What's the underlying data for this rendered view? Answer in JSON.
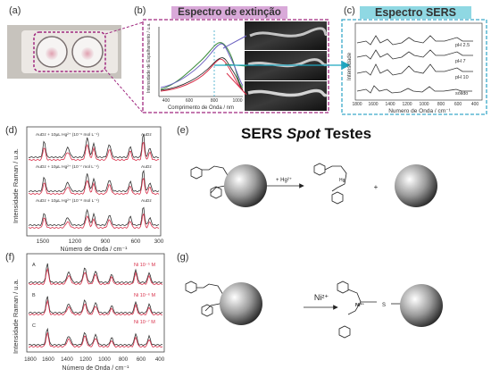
{
  "panels": {
    "a": {
      "label": "(a)"
    },
    "b": {
      "label": "(b)",
      "title": "Espectro de extinção",
      "ylabel": "Intensidade de Espalhamento / u.a.",
      "xlabel": "Comprimento de Onda / nm",
      "xticks": [
        "400",
        "600",
        "800",
        "1000"
      ]
    },
    "c": {
      "label": "(c)",
      "title": "Espectro SERS",
      "ylabel": "Intensidade",
      "xlabel": "Numero de Onda / cm⁻¹",
      "xticks": [
        "1800",
        "1600",
        "1400",
        "1200",
        "1000",
        "800",
        "600",
        "400"
      ],
      "series_labels": [
        "pH 2.5",
        "pH 7",
        "pH 10",
        "sólido"
      ]
    },
    "d": {
      "label": "(d)",
      "ylabel": "Intensidade Raman / u.a.",
      "xlabel": "Número de Onda / cm⁻¹",
      "xticks": [
        "1500",
        "1200",
        "900",
        "600",
        "300"
      ],
      "annotations": [
        {
          "text": "AuDz + 10µL Hg²⁺ (10⁻⁶ mol L⁻¹)",
          "side": "AuDz"
        },
        {
          "text": "AuDz + 10µL Hg²⁺ (10⁻⁷ mol L⁻¹)",
          "side": "AuDz"
        },
        {
          "text": "AuDz + 10µL Hg²⁺ (10⁻⁸ mol L⁻¹)",
          "side": "AuDz"
        }
      ]
    },
    "e": {
      "label": "(e)",
      "reagent": "+ Hg²⁺",
      "plus": "+",
      "metal": "Hg"
    },
    "sers_title_a": "SERS ",
    "sers_title_b": "Spot",
    "sers_title_c": " Testes",
    "f": {
      "label": "(f)",
      "ylabel": "Intensidade Raman / u.a.",
      "xlabel": "Número de Onda / cm⁻¹",
      "xticks": [
        "1800",
        "1600",
        "1400",
        "1200",
        "1000",
        "800",
        "600",
        "400"
      ],
      "row_labels": [
        "A",
        "B",
        "C"
      ],
      "conc_labels": [
        "Ni 10⁻⁵ M",
        "Ni 10⁻⁶ M",
        "Ni 10⁻⁷ M"
      ]
    },
    "g": {
      "label": "(g)",
      "reagent": "Ni²⁺",
      "metal": "Ni²⁺",
      "sulfur": "S"
    }
  },
  "colors": {
    "magenta_dashed": "#a0287f",
    "cyan_dashed": "#3aa9c9",
    "cyan_arrow": "#1fa6bf",
    "red_trace": "#d8304a",
    "dark_trace": "#333333"
  }
}
